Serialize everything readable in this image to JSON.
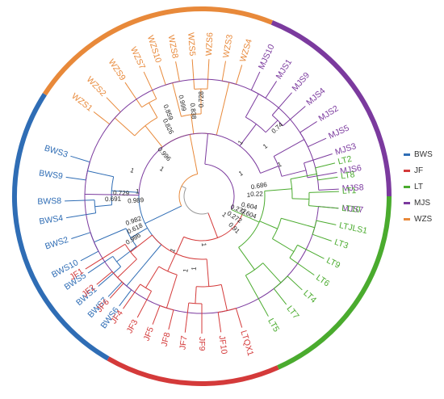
{
  "groups": [
    {
      "id": "BWS",
      "label": "BWS",
      "color": "#2f6db5",
      "leaves": [
        "BWS3",
        "BWS9",
        "BWS8",
        "BWS4",
        "BWS2",
        "BWS10",
        "BWS5",
        "BWS1",
        "BWS7",
        "BWS6"
      ]
    },
    {
      "id": "WZS",
      "label": "WZS",
      "color": "#e8893a",
      "leaves": [
        "WZS1",
        "WZS2",
        "WZS9",
        "WZS7",
        "WZS10",
        "WZS8",
        "WZS5",
        "WZS6",
        "WZS3",
        "WZS4"
      ]
    },
    {
      "id": "MJS",
      "label": "MJS",
      "color": "#7b3a9e",
      "leaves": [
        "MJS10",
        "MJS1",
        "MJS9",
        "MJS4",
        "MJS2",
        "MJS5",
        "MJS3",
        "MJS6",
        "MJS8",
        "MJS7"
      ]
    },
    {
      "id": "LT",
      "label": "LT",
      "color": "#4aab2e",
      "leaves": [
        "LT2",
        "LT8",
        "LT1",
        "LT10",
        "LTJLS1",
        "LT3",
        "LT9",
        "LT6",
        "LT4",
        "LT7",
        "LT5"
      ]
    },
    {
      "id": "JF",
      "label": "JF",
      "color": "#d43a3a",
      "leaves": [
        "LTQX1",
        "JF10",
        "JF9",
        "JF7",
        "JF8",
        "JF5",
        "JF3",
        "JF4",
        "JF6",
        "JF2",
        "JF1"
      ]
    }
  ],
  "bootstrap_labels": [
    {
      "text": "0.686"
    },
    {
      "text": "0.22"
    },
    {
      "text": "1"
    },
    {
      "text": "0.604"
    },
    {
      "text": "0.604"
    },
    {
      "text": "0.272"
    },
    {
      "text": "0.272"
    },
    {
      "text": "0.91"
    },
    {
      "text": "1"
    },
    {
      "text": "0.989"
    },
    {
      "text": "0.982"
    },
    {
      "text": "0.618"
    },
    {
      "text": "0.986"
    },
    {
      "text": "0.691"
    },
    {
      "text": "0.729"
    },
    {
      "text": "1"
    },
    {
      "text": "1"
    },
    {
      "text": "0.999"
    },
    {
      "text": "0.859"
    },
    {
      "text": "0.728"
    },
    {
      "text": "0.838"
    },
    {
      "text": "0.826"
    },
    {
      "text": "0.996"
    },
    {
      "text": "1"
    },
    {
      "text": "0.74"
    },
    {
      "text": "1"
    },
    {
      "text": "1"
    },
    {
      "text": "1"
    },
    {
      "text": "1"
    },
    {
      "text": "1"
    },
    {
      "text": "1"
    },
    {
      "text": "1"
    },
    {
      "text": "1"
    }
  ],
  "legend": [
    {
      "label": "BWS",
      "color": "#2f6db5"
    },
    {
      "label": "JF",
      "color": "#d43a3a"
    },
    {
      "label": "LT",
      "color": "#4aab2e"
    },
    {
      "label": "MJS",
      "color": "#7b3a9e"
    },
    {
      "label": "WZS",
      "color": "#e8893a"
    }
  ]
}
